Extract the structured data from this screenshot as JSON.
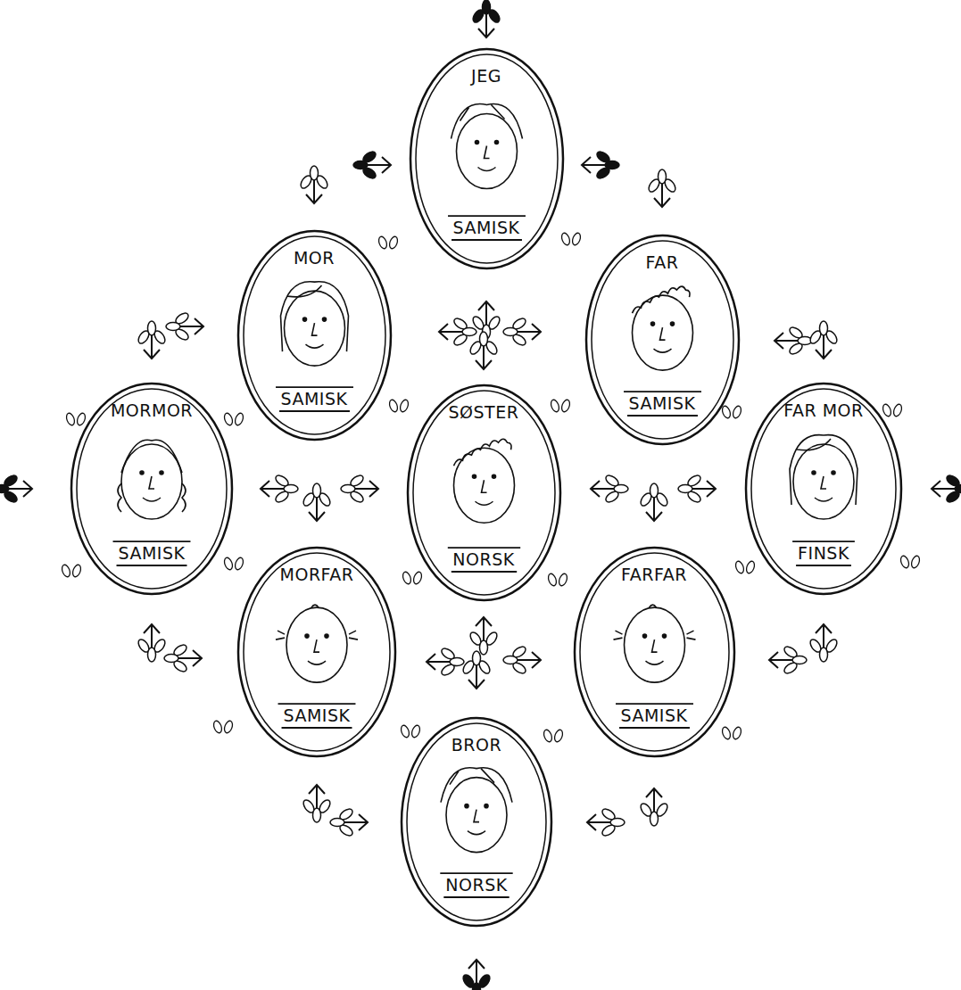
{
  "diagram": {
    "nodes": [
      {
        "text": [
          "JEG",
          "SAMISK"
        ]
      },
      {
        "text": [
          "MOR",
          "SAMISK"
        ]
      },
      {
        "text": [
          "FAR",
          "SAMISK"
        ]
      },
      {
        "text": [
          "MORMOR",
          "SAMISK"
        ]
      },
      {
        "text": [
          "SØSTER",
          "NORSK"
        ]
      },
      {
        "text": [
          "FAR MOR",
          "FINSK"
        ]
      },
      {
        "text": [
          "MORFAR",
          "SAMISK"
        ]
      },
      {
        "text": [
          "FARFAR",
          "SAMISK"
        ]
      },
      {
        "text": [
          "BROR",
          "NORSK"
        ]
      }
    ]
  }
}
